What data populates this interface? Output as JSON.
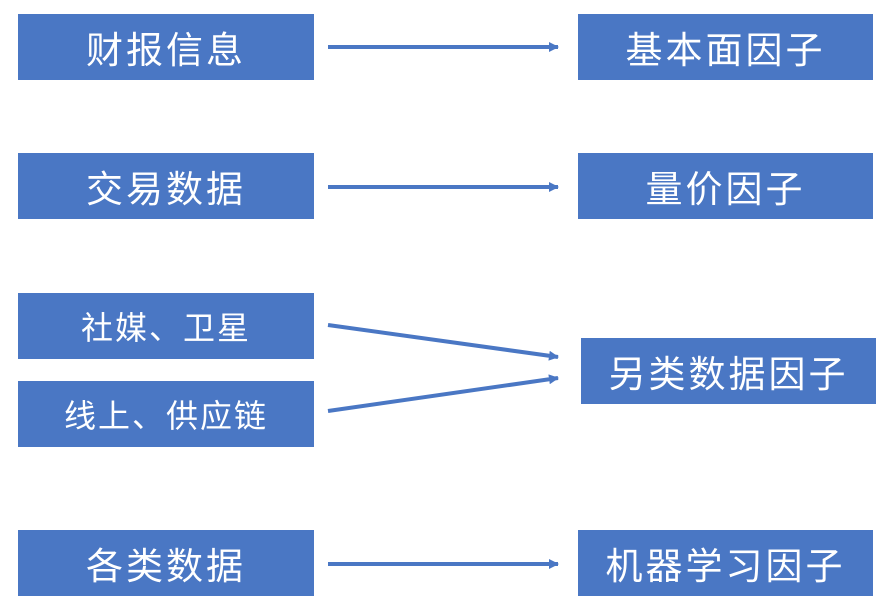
{
  "sources": [
    {
      "id": "financial",
      "label": "财报信息"
    },
    {
      "id": "trading",
      "label": "交易数据"
    },
    {
      "id": "social",
      "label": "社媒、卫星"
    },
    {
      "id": "online",
      "label": "线上、供应链"
    },
    {
      "id": "various",
      "label": "各类数据"
    }
  ],
  "factors": [
    {
      "id": "fundamental",
      "label": "基本面因子"
    },
    {
      "id": "price_volume",
      "label": "量价因子"
    },
    {
      "id": "alternative",
      "label": "另类数据因子"
    },
    {
      "id": "ml",
      "label": "机器学习因子"
    }
  ],
  "edges": [
    {
      "from": "financial",
      "to": "fundamental"
    },
    {
      "from": "trading",
      "to": "price_volume"
    },
    {
      "from": "social",
      "to": "alternative"
    },
    {
      "from": "online",
      "to": "alternative"
    },
    {
      "from": "various",
      "to": "ml"
    }
  ],
  "colors": {
    "box_fill": "#4a77c4",
    "box_text": "#ffffff",
    "arrow": "#4a77c4"
  }
}
